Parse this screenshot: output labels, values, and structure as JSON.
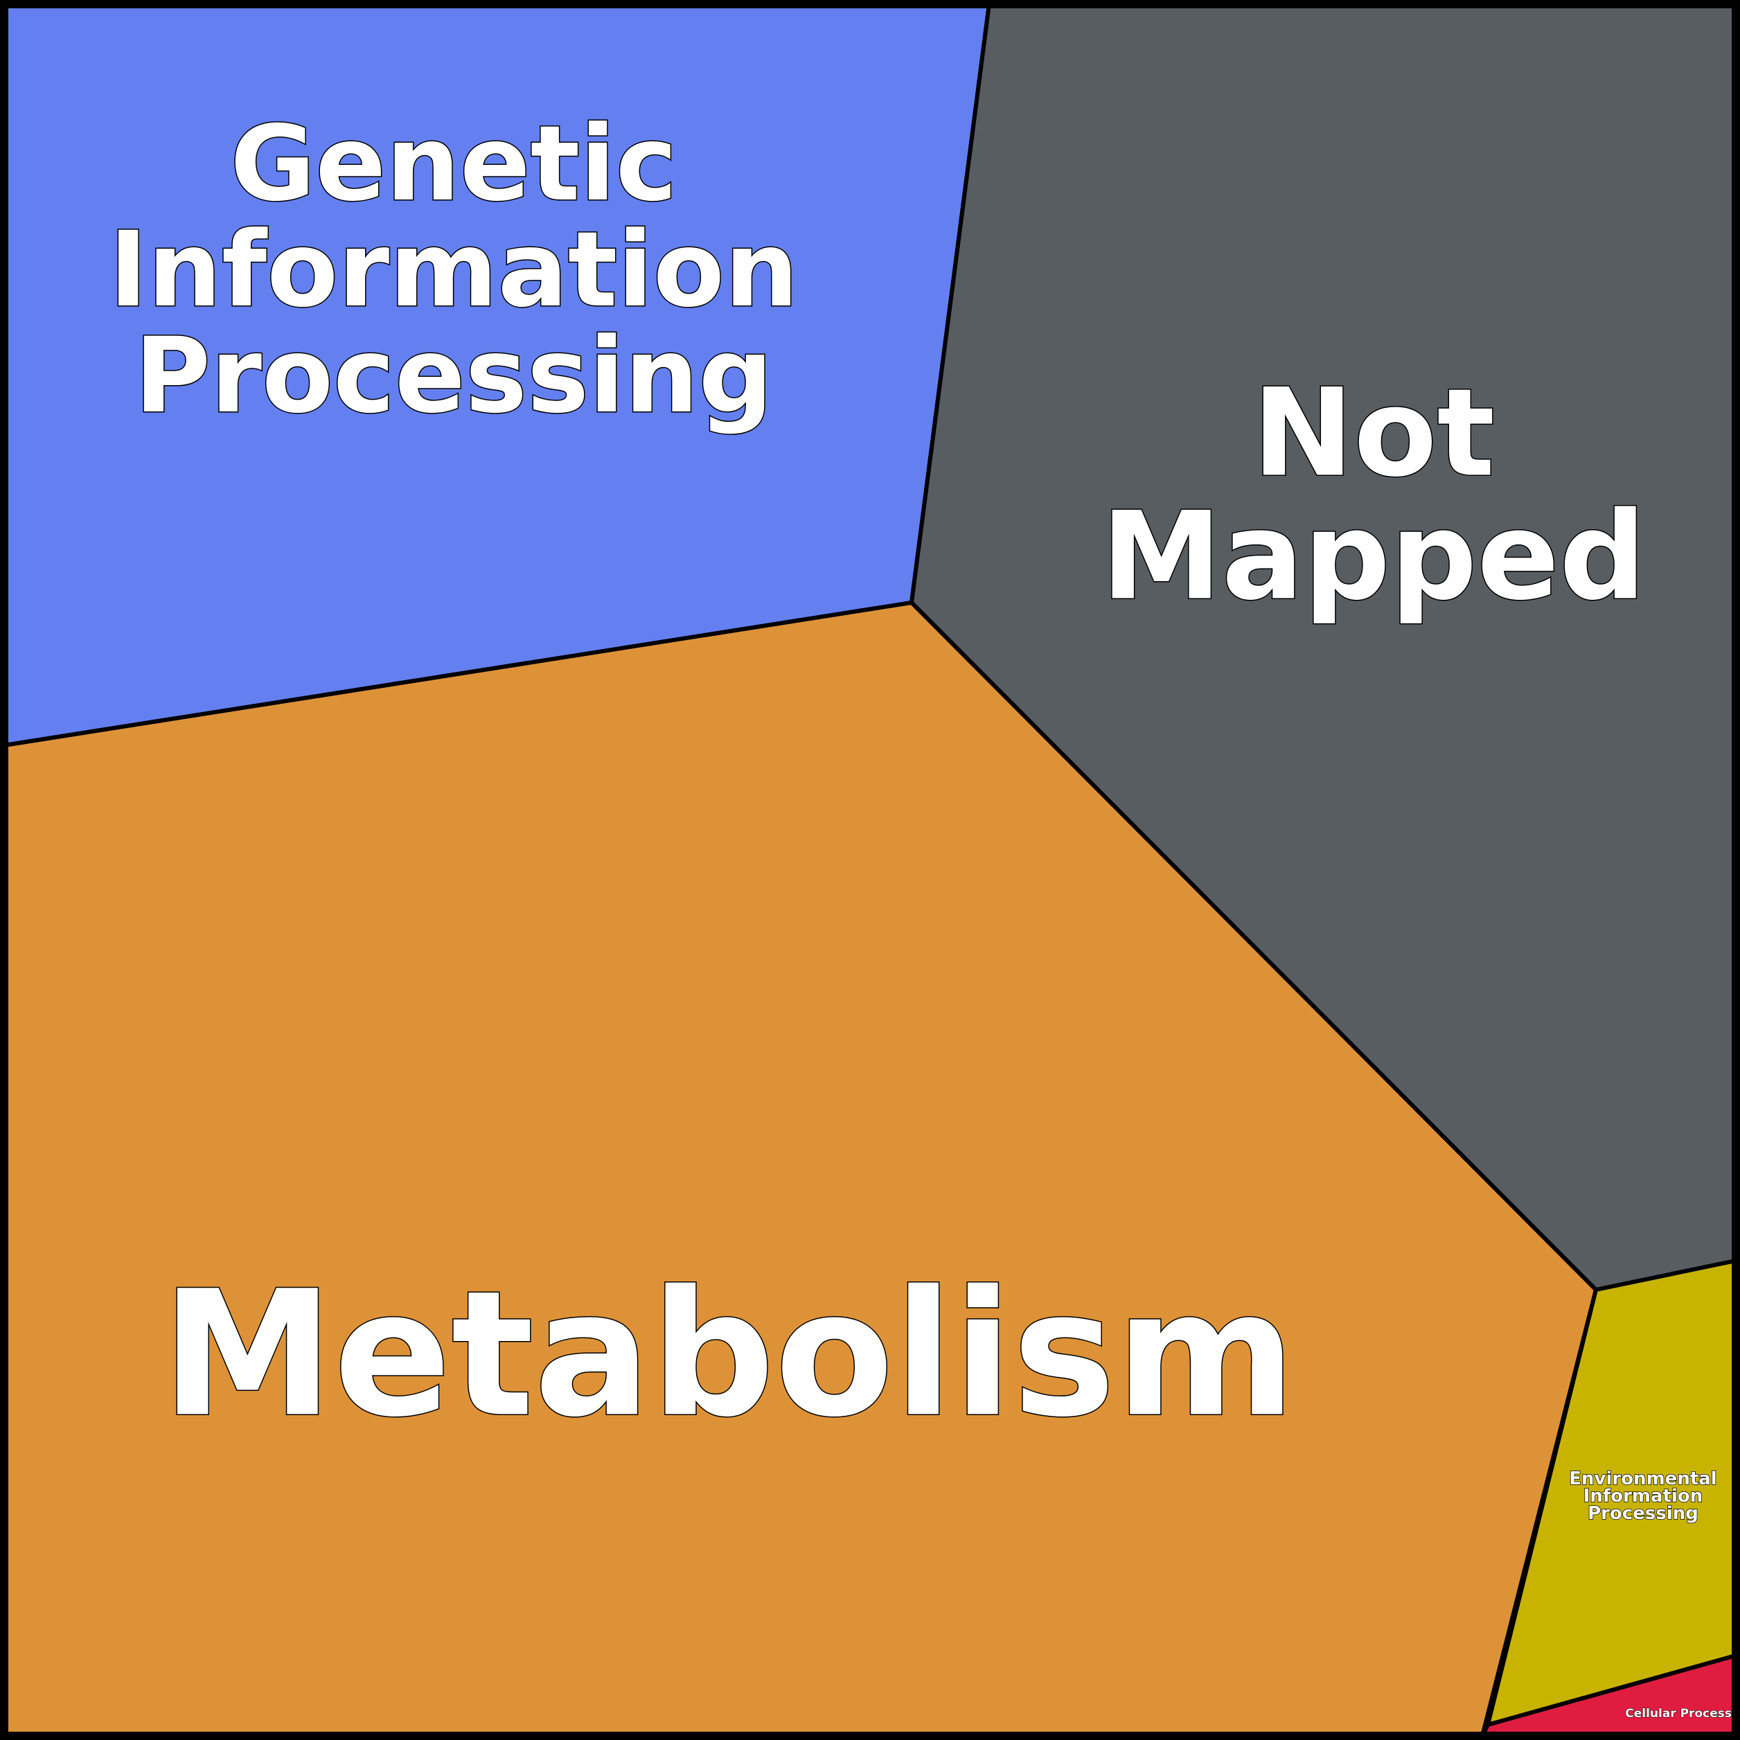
{
  "chart_data": {
    "type": "voronoi-treemap",
    "cells": [
      {
        "name": "Genetic Information Processing",
        "lines": [
          "Genetic",
          "Information",
          "Processing"
        ],
        "color": "#6480F0"
      },
      {
        "name": "Not Mapped",
        "lines": [
          "Not",
          "Mapped"
        ],
        "color": "#585D62"
      },
      {
        "name": "Metabolism",
        "lines": [
          "Metabolism"
        ],
        "color": "#DE9238"
      },
      {
        "name": "Environmental Information Processing",
        "lines": [
          "Environmental",
          "Information",
          "Processing"
        ],
        "color": "#C8B400"
      },
      {
        "name": "Cellular Processes",
        "lines": [
          "Cellular Processes"
        ],
        "color": "#E01C40"
      }
    ]
  }
}
